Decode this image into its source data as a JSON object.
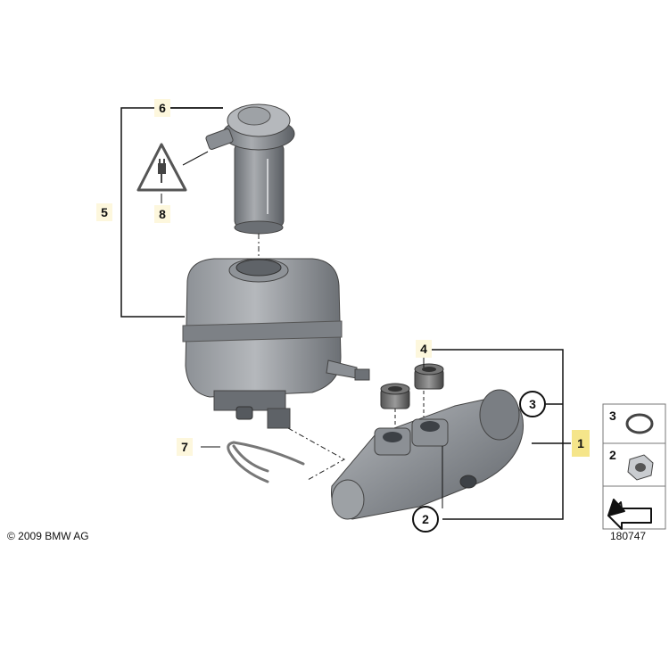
{
  "labels": {
    "part_1": "1",
    "part_2a": "2",
    "part_2b": "2",
    "part_3": "3",
    "part_4": "4",
    "part_5": "5",
    "part_6": "6",
    "part_7": "7",
    "part_8": "8"
  },
  "legend": {
    "item_3": "3",
    "item_2": "2"
  },
  "footer": {
    "copyright": "© 2009 BMW AG",
    "diagram_number": "180747"
  }
}
